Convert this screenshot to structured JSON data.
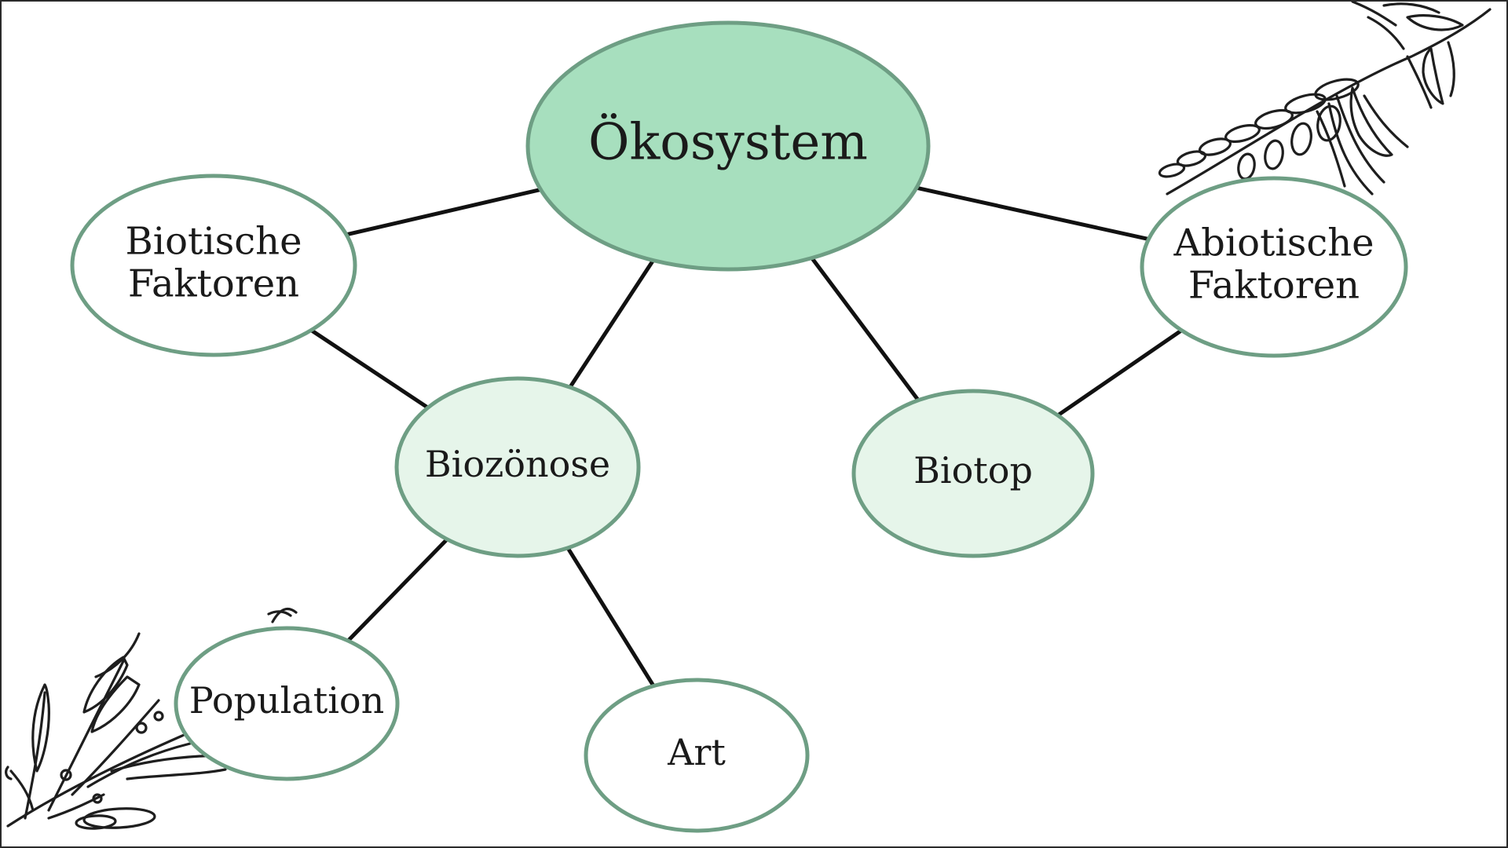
{
  "diagram": {
    "colors": {
      "main_fill": "#a7dfbe",
      "secondary_fill": "#e6f5ea",
      "leaf_fill": "#ffffff",
      "node_stroke": "#6e9e84",
      "edge": "#111111"
    },
    "nodes": [
      {
        "id": "oekosystem",
        "lines": [
          "Ökosystem"
        ],
        "style": "main"
      },
      {
        "id": "biotische",
        "lines": [
          "Biotische",
          "Faktoren"
        ],
        "style": "leaf"
      },
      {
        "id": "abiotische",
        "lines": [
          "Abiotische",
          "Faktoren"
        ],
        "style": "leaf"
      },
      {
        "id": "biozoenose",
        "lines": [
          "Biozönose"
        ],
        "style": "secondary"
      },
      {
        "id": "biotop",
        "lines": [
          "Biotop"
        ],
        "style": "secondary"
      },
      {
        "id": "population",
        "lines": [
          "Population"
        ],
        "style": "leaf"
      },
      {
        "id": "art",
        "lines": [
          "Art"
        ],
        "style": "leaf"
      }
    ],
    "edges": [
      {
        "from": "oekosystem",
        "to": "biotische"
      },
      {
        "from": "oekosystem",
        "to": "abiotische"
      },
      {
        "from": "oekosystem",
        "to": "biozoenose"
      },
      {
        "from": "oekosystem",
        "to": "biotop"
      },
      {
        "from": "biotische",
        "to": "biozoenose"
      },
      {
        "from": "abiotische",
        "to": "biotop"
      },
      {
        "from": "biozoenose",
        "to": "population"
      },
      {
        "from": "biozoenose",
        "to": "art"
      }
    ],
    "decorations": [
      "botanical-branch-top-right",
      "botanical-branch-bottom-left"
    ]
  }
}
